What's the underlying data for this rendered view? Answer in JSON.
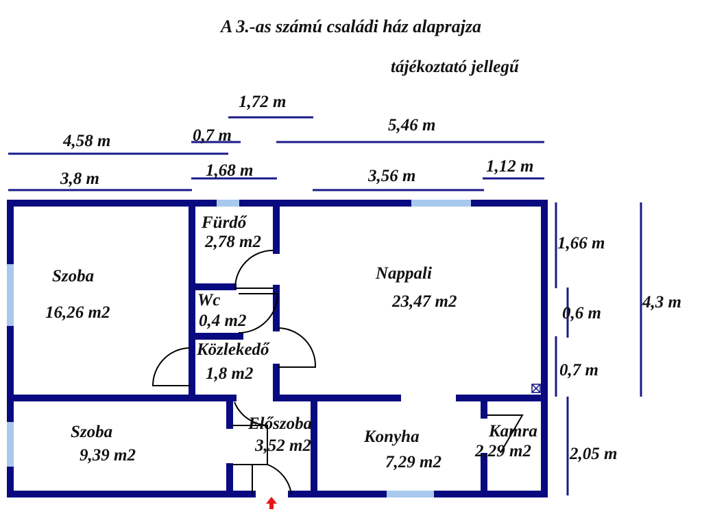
{
  "title": "A 3.-as számú családi ház alaprajza",
  "subtitle": "tájékoztató jellegű",
  "colors": {
    "wall": "#0a0a80",
    "window": "#a8c8ee",
    "dimension_line": "#1a1a8a",
    "door_swing": "#000000",
    "entrance_arrow": "#e81818"
  },
  "rooms": [
    {
      "name": "Szoba",
      "area": "16,26 m2"
    },
    {
      "name": "Fürdő",
      "area": "2,78 m2"
    },
    {
      "name": "Wc",
      "area": "0,4 m2"
    },
    {
      "name": "Közlekedő",
      "area": "1,8 m2"
    },
    {
      "name": "Nappali",
      "area": "23,47 m2"
    },
    {
      "name": "Szoba",
      "area": "9,39 m2"
    },
    {
      "name": "Előszoba",
      "area": "3,52 m2"
    },
    {
      "name": "Konyha",
      "area": "7,29 m2"
    },
    {
      "name": "Kamra",
      "area": "2,29 m2"
    }
  ],
  "dimensions": {
    "top": [
      "1,72 m",
      "4,58 m",
      "0,7 m",
      "5,46 m",
      "3,8 m",
      "1,68 m",
      "3,56 m",
      "1,12 m"
    ],
    "right": [
      "1,66 m",
      "0,6 m",
      "0,7 m",
      "2,05 m",
      "4,3 m"
    ]
  },
  "icons": [
    "entrance-arrow-icon",
    "chimney-vent-icon"
  ]
}
